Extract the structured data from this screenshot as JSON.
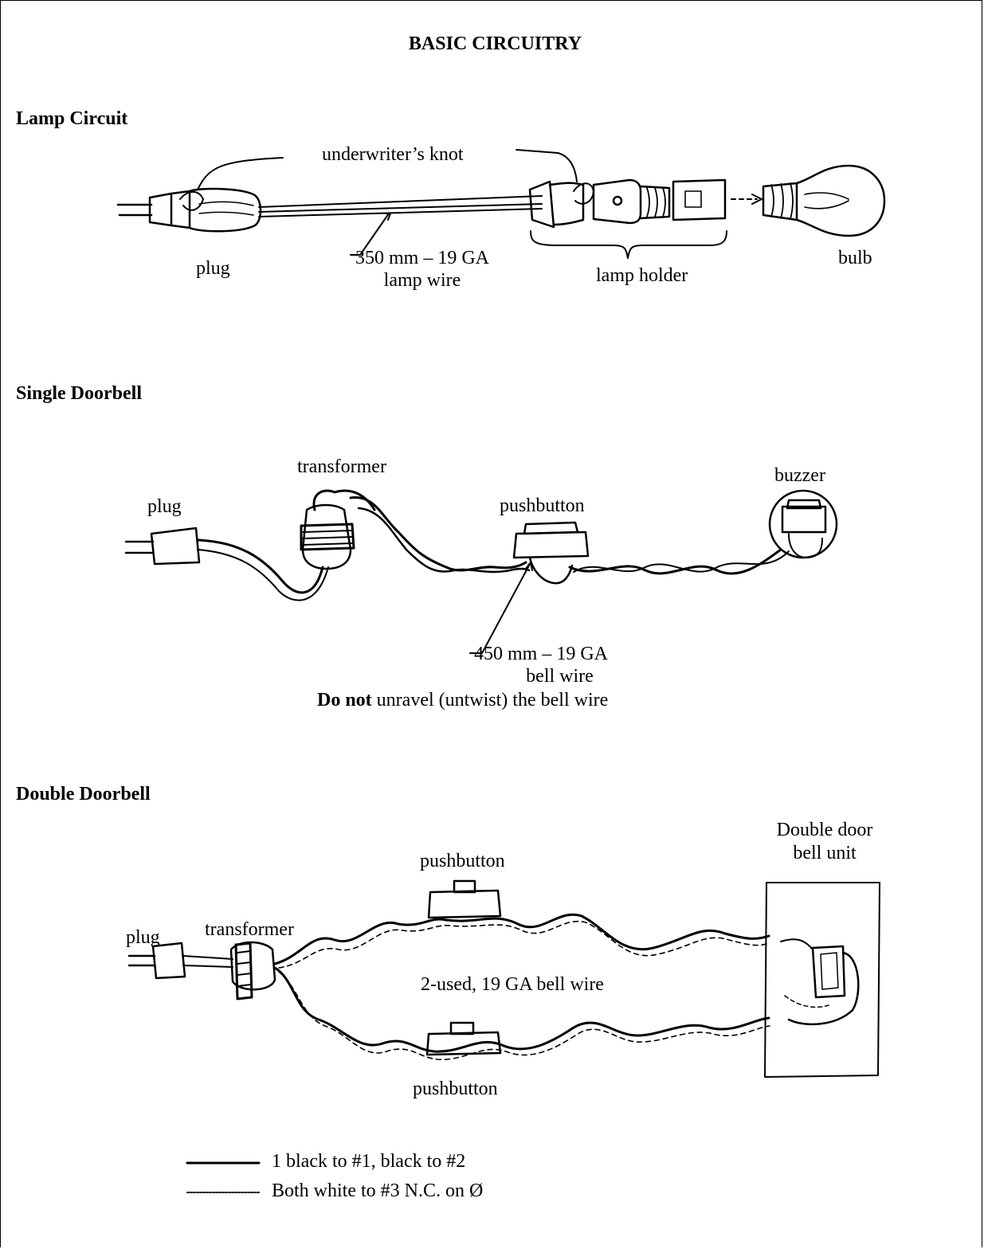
{
  "title": "BASIC CIRCUITRY",
  "lamp": {
    "heading": "Lamp Circuit",
    "knot": "underwriter’s knot",
    "plug": "plug",
    "wire_1": "350 mm – 19 GA",
    "wire_2": "lamp wire",
    "holder": "lamp holder",
    "bulb": "bulb"
  },
  "single": {
    "heading": "Single Doorbell",
    "transformer": "transformer",
    "plug": "plug",
    "pushbutton": "pushbutton",
    "buzzer": "buzzer",
    "wire_1": "450 mm – 19 GA",
    "wire_2": "bell wire",
    "note_bold": "Do not",
    "note_rest": " unravel (untwist) the bell wire"
  },
  "double": {
    "heading": "Double Doorbell",
    "unit_1": "Double door",
    "unit_2": "bell unit",
    "pushbutton_top": "pushbutton",
    "plug": "plug",
    "transformer": "transformer",
    "wire": "2-used, 19 GA bell wire",
    "pushbutton_bottom": "pushbutton"
  },
  "legend": [
    {
      "style": "solid",
      "text": "1 black to #1, black to #2"
    },
    {
      "style": "dotted",
      "text": "Both white to #3 N.C. on Ø"
    }
  ]
}
